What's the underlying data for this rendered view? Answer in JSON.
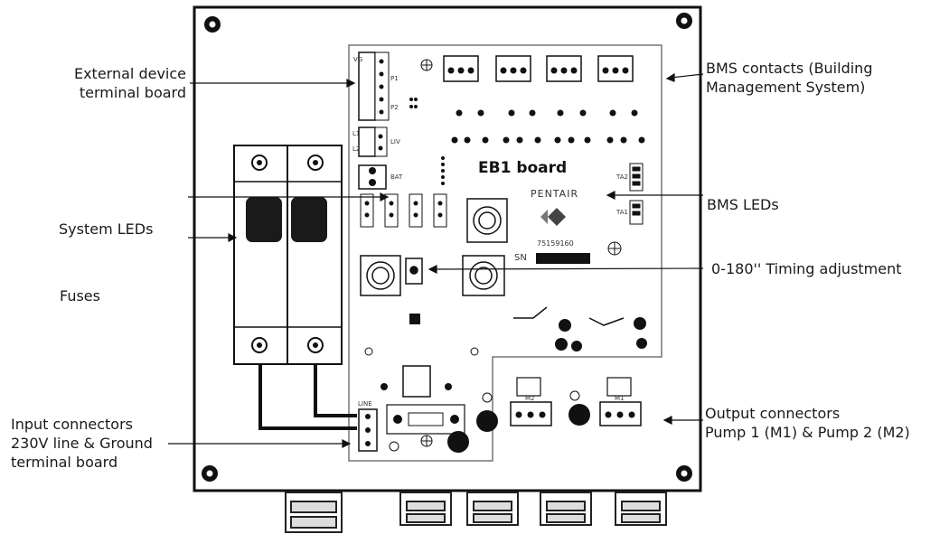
{
  "board": {
    "name": "EB1 board",
    "brand": "PENTAIR",
    "serial": "75159160",
    "sn_label": "SN"
  },
  "labels": {
    "external_device": [
      "External device",
      "terminal board"
    ],
    "system_leds": "System LEDs",
    "fuses": "Fuses",
    "input_connectors": [
      "Input connectors",
      "230V line & Ground",
      "terminal board"
    ],
    "bms_contacts": [
      "BMS contacts (Building",
      "Management System)"
    ],
    "bms_leds": "BMS LEDs",
    "timing": "0-180'' Timing adjustment",
    "output_connectors": [
      "Output connectors",
      "Pump 1 (M1) & Pump 2 (M2)"
    ]
  },
  "terminals": {
    "line": "LINE",
    "liv": "LIV",
    "bat": "BAT",
    "vg": "VG",
    "p1": "P1",
    "p2": "P2",
    "l1": "L1",
    "l2": "L2",
    "ta2": "TA2",
    "ta1": "TA1",
    "m2": "M2",
    "m1": "M1"
  }
}
